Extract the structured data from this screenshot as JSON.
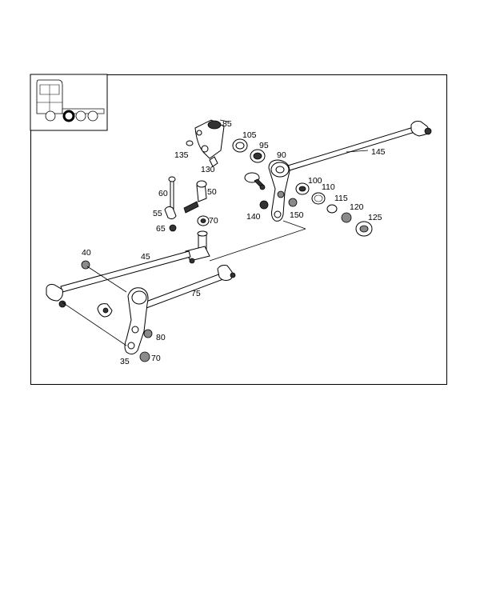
{
  "labels": {
    "p35": "35",
    "p40": "40",
    "p45": "45",
    "p50": "50",
    "p55": "55",
    "p60": "60",
    "p65": "65",
    "p70a": "70",
    "p70b": "70",
    "p75": "75",
    "p80": "80",
    "p85": "85",
    "p90": "90",
    "p95": "95",
    "p100": "100",
    "p105": "105",
    "p110": "110",
    "p115": "115",
    "p120": "120",
    "p125": "125",
    "p130": "130",
    "p135": "135",
    "p140": "140",
    "p145": "145",
    "p150": "150"
  },
  "icons": {
    "locator": "truck-front-axle-locator-icon"
  }
}
